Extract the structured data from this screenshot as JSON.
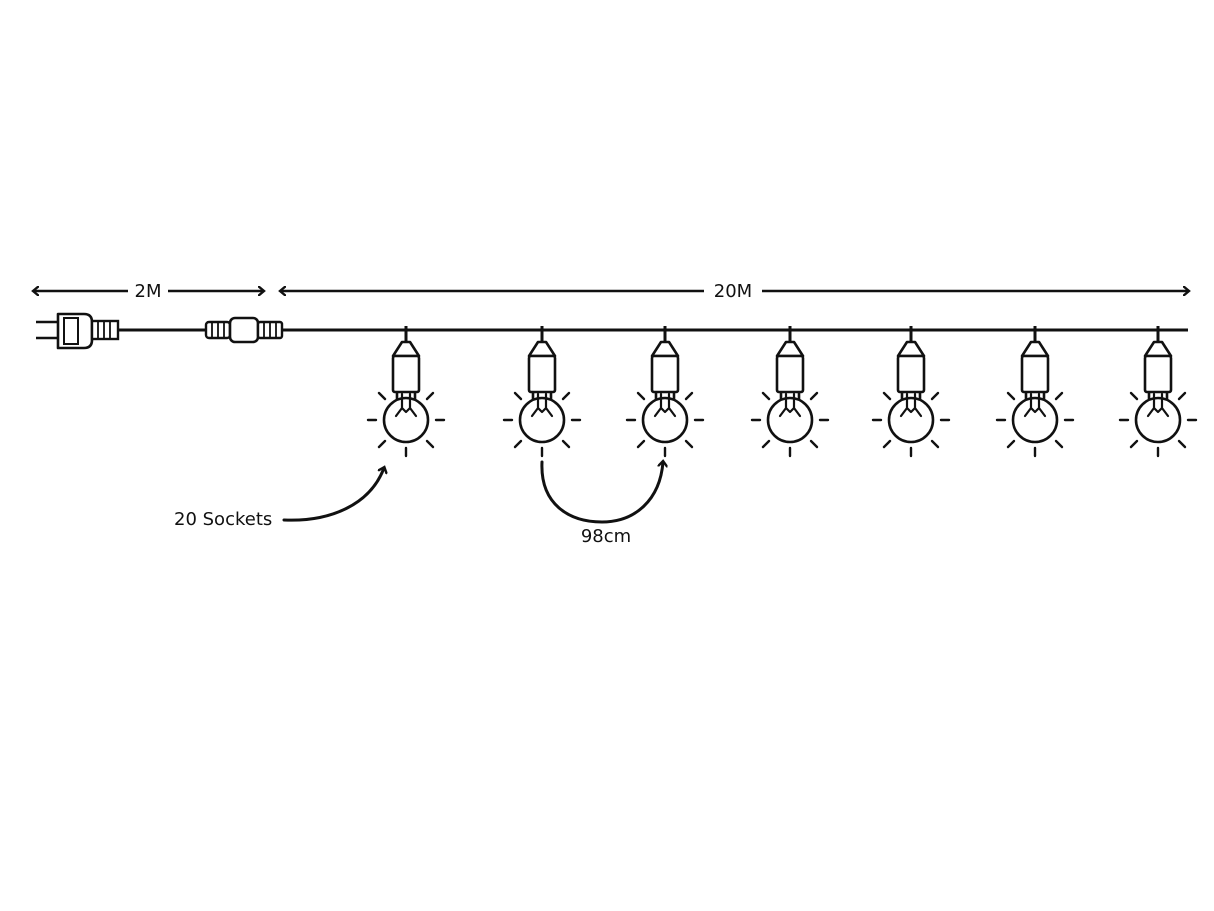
{
  "labels": {
    "lead_length": "2M",
    "string_length": "20M",
    "sockets": "20 Sockets",
    "spacing": "98cm"
  },
  "diagram": {
    "bulbs_shown": 7,
    "line_color": "#111111",
    "background": "#ffffff"
  },
  "icons": [
    "plug-icon",
    "connector-icon",
    "bulb-icon",
    "arrow-icon"
  ]
}
